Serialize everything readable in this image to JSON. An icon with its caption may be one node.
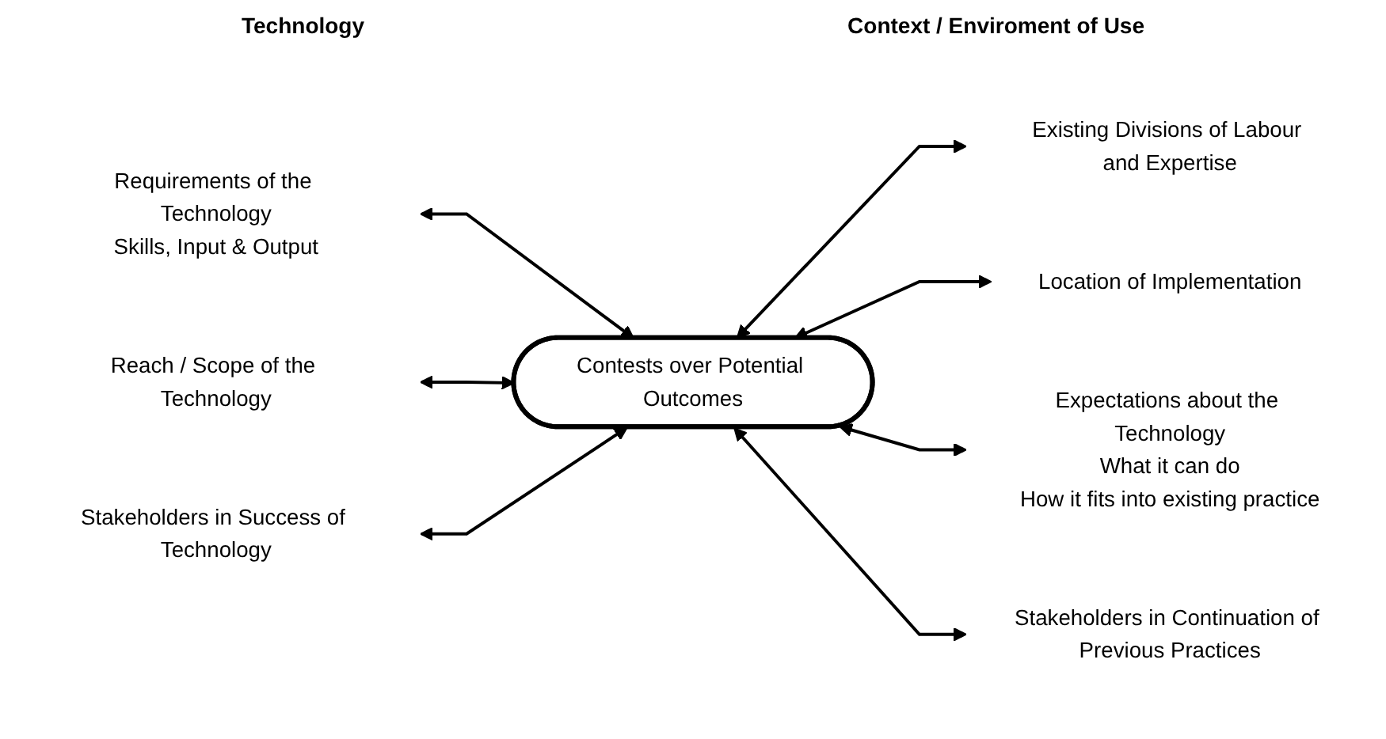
{
  "diagram": {
    "nodes": [
      {
        "text": [
          "Requirements of the Technology",
          "Skills, Input & Output"
        ]
      },
      {
        "text": [
          "Existing Divisions of Labour and Expertise"
        ]
      },
      {
        "text": [
          "Location of Implementation"
        ]
      },
      {
        "text": [
          "Reach / Scope of the Technology"
        ]
      },
      {
        "text": [
          "Contests over Potential Outcomes"
        ]
      },
      {
        "text": [
          "Expectations about the Technology",
          "What it can do",
          "How it fits into existing practice"
        ]
      },
      {
        "text": [
          "Stakeholders in Success of Technology"
        ]
      },
      {
        "text": [
          "Stakeholders in Continuation of Previous Practices"
        ]
      }
    ],
    "edges": [
      {
        "from": 0,
        "to": 4,
        "arrow": "both"
      },
      {
        "from": 4,
        "to": 1,
        "arrow": "both"
      },
      {
        "from": 4,
        "to": 2,
        "arrow": "both"
      },
      {
        "from": 3,
        "to": 4,
        "arrow": "both"
      },
      {
        "from": 4,
        "to": 5,
        "arrow": "both"
      },
      {
        "from": 6,
        "to": 4,
        "arrow": "both"
      },
      {
        "from": 4,
        "to": 7,
        "arrow": "both"
      }
    ],
    "labels": [
      "Technology",
      "Context / Enviroment of Use"
    ]
  }
}
